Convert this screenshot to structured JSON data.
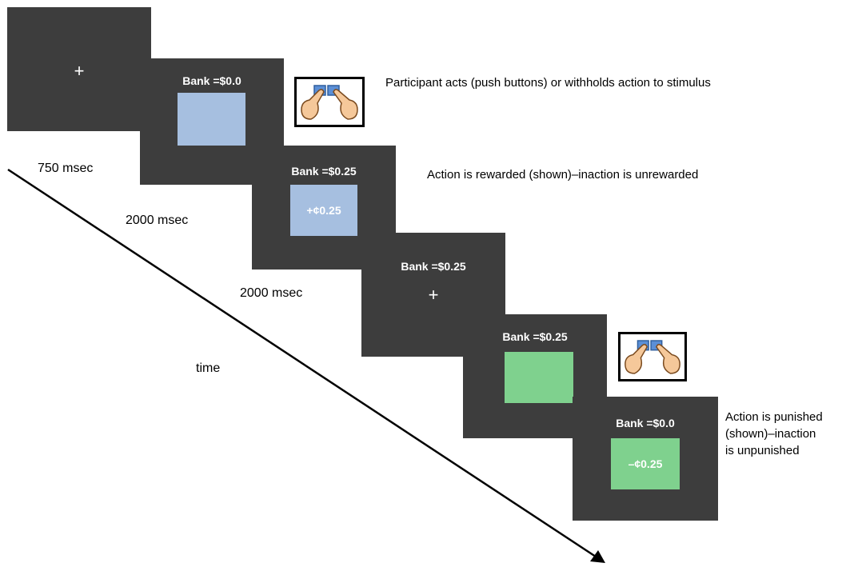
{
  "screens": [
    {
      "bank": "",
      "stimulus": "",
      "fixation": "+"
    },
    {
      "bank": "Bank =$0.0",
      "stimulus": "",
      "fixation": ""
    },
    {
      "bank": "Bank =$0.25",
      "stimulus": "+¢0.25",
      "fixation": ""
    },
    {
      "bank": "Bank =$0.25",
      "stimulus": "",
      "fixation": "+"
    },
    {
      "bank": "Bank =$0.25",
      "stimulus": "",
      "fixation": ""
    },
    {
      "bank": "Bank =$0.0",
      "stimulus": "–¢0.25",
      "fixation": ""
    }
  ],
  "durations": [
    "750 msec",
    "2000 msec",
    "2000 msec"
  ],
  "time_label": "time",
  "annotations": {
    "act": "Participant acts (push buttons) or withholds action to stimulus",
    "reward": "Action is rewarded (shown)–inaction is unrewarded",
    "punish_line1": "Action is punished",
    "punish_line2": "(shown)–inaction",
    "punish_line3": "is unpunished"
  },
  "colors": {
    "screen": "#3d3d3d",
    "blue_stimulus": "#a6bfe0",
    "green_stimulus": "#7fd18e",
    "button": "#5b8fd6",
    "hand": "#f5c89a"
  },
  "icons": [
    "hands-pressing-buttons-icon",
    "hands-pressing-buttons-icon"
  ]
}
